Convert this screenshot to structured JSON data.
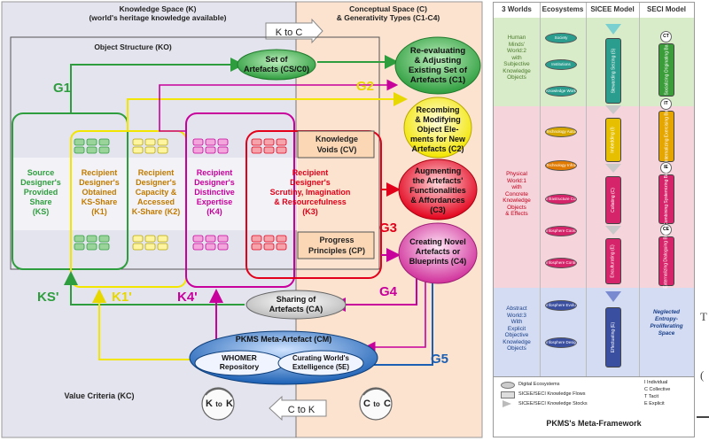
{
  "left": {
    "knowledge_space": "Knowledge Space (K)",
    "knowledge_space_sub": "(world's heritage knowledge available)",
    "conceptual_space": "Conceptual Space (C)",
    "conceptual_space_sub": "& Generativity Types (C1-C4)",
    "k_to_c": "K to C",
    "object_structure": "Object Structure (KO)",
    "set_artefacts": [
      "Set of",
      "Artefacts (CS/C0)"
    ],
    "c1": [
      "Re-evaluating",
      "& Adjusting",
      "Existing Set of",
      "Artefacts (C1)"
    ],
    "c2": [
      "Recombing",
      "& Modifying",
      "Object Ele-",
      "ments for New",
      "Artefacts (C2)"
    ],
    "c3": [
      "Augmenting",
      "the Artefacts'",
      "Functionalities",
      "& Affordances",
      "(C3)"
    ],
    "c4": [
      "Creating Novel",
      "Artefacts or",
      "Blueprints (C4)"
    ],
    "ks": [
      "Source",
      "Designer's",
      "Provided",
      "Share",
      "(KS)"
    ],
    "k1": [
      "Recipient",
      "Designer's",
      "Obtained",
      "KS-Share",
      "(K1)"
    ],
    "k2": [
      "Recipient",
      "Designer's",
      "Capacity &",
      "Accessed",
      "K-Share (K2)"
    ],
    "k4": [
      "Recipient",
      "Designer's",
      "Distinctive",
      "Expertise",
      "(K4)"
    ],
    "k3": [
      "Recipient",
      "Designer's",
      "Scrutiny, Imagination",
      "& Resourcefulness",
      "(K3)"
    ],
    "voids": [
      "Knowledge",
      "Voids (CV)"
    ],
    "principles": [
      "Progress",
      "Principles (CP)"
    ],
    "g1": "G1",
    "g2": "G2",
    "g3": "G3",
    "g4": "G4",
    "g5": "G5",
    "ksp": "KS'",
    "k1p": "K1'",
    "k4p": "K4'",
    "sharing": [
      "Sharing of",
      "Artefacts (CA)"
    ],
    "meta": "PKMS Meta-Artefact (CM)",
    "whomer": [
      "WHOMER",
      "Repository"
    ],
    "curating": [
      "Curating World's",
      "Extelligence (5E)"
    ],
    "value": "Value Criteria (KC)",
    "k_to_k": [
      "K",
      "to",
      "K"
    ],
    "c_to_k": "C to K",
    "c_to_c": [
      "C",
      "to",
      "C"
    ]
  },
  "right": {
    "headers": [
      "3 Worlds",
      "Ecosystems",
      "SICEE Model",
      "SECI Model"
    ],
    "world2": [
      "Human",
      "Minds'",
      "World:2",
      "with",
      "Subjective",
      "Knowledge",
      "Objects"
    ],
    "world1": [
      "Physical",
      "World:1",
      "with",
      "Concrete",
      "Knowledge",
      "Objects",
      "& Effects"
    ],
    "world3": [
      "Abstract",
      "World:3",
      "With",
      "Explicit",
      "Objective",
      "Knowledge",
      "Objects"
    ],
    "eco_w2": [
      "Society",
      "Institutions",
      "Knowledge Worker"
    ],
    "eco_w1": [
      "Technology Autonomy",
      "Technology Infrastructure",
      "Infrastructure Coordination",
      "Infosphere Coordination",
      "Infosphere Control"
    ],
    "eco_w3": [
      "Infosphere Evolution",
      "Infosphere Design"
    ],
    "sicee": [
      "Stewarding Seizing (S)",
      "Imbedding (I)",
      "Collating (C)",
      "Enculturating (E)",
      "Effectuating (E)"
    ],
    "seci_letters": [
      "CT",
      "IT",
      "IE",
      "CE"
    ],
    "seci": [
      "Socializing Originating Ba",
      "Internalizing Exercising Ba",
      "Combining Systemizing Ba",
      "Externalizing Dialoguing Ba"
    ],
    "neglected": [
      "Neglected",
      "Entropy-",
      "Proliferating",
      "Space"
    ],
    "legend": [
      "Digital Ecosystems",
      "SICEE/SECI Knowledge Flows",
      "SICEE/SECI Knowledge Stocks"
    ],
    "legend_keys": [
      "I  Individual",
      "C  Collective",
      "T  Tacit",
      "E  Explicit"
    ],
    "footer": "PKMS's Meta-Framework"
  },
  "edge": {
    "letters": [
      "T",
      "("
    ]
  },
  "colors": {
    "green": "#2e9d3e",
    "yellow": "#f2e500",
    "magenta": "#c8009c",
    "red": "#e2001a",
    "blue": "#1a5fb4",
    "grey_bg": "#e4e4ee",
    "peach_bg": "#fbe3cf"
  }
}
